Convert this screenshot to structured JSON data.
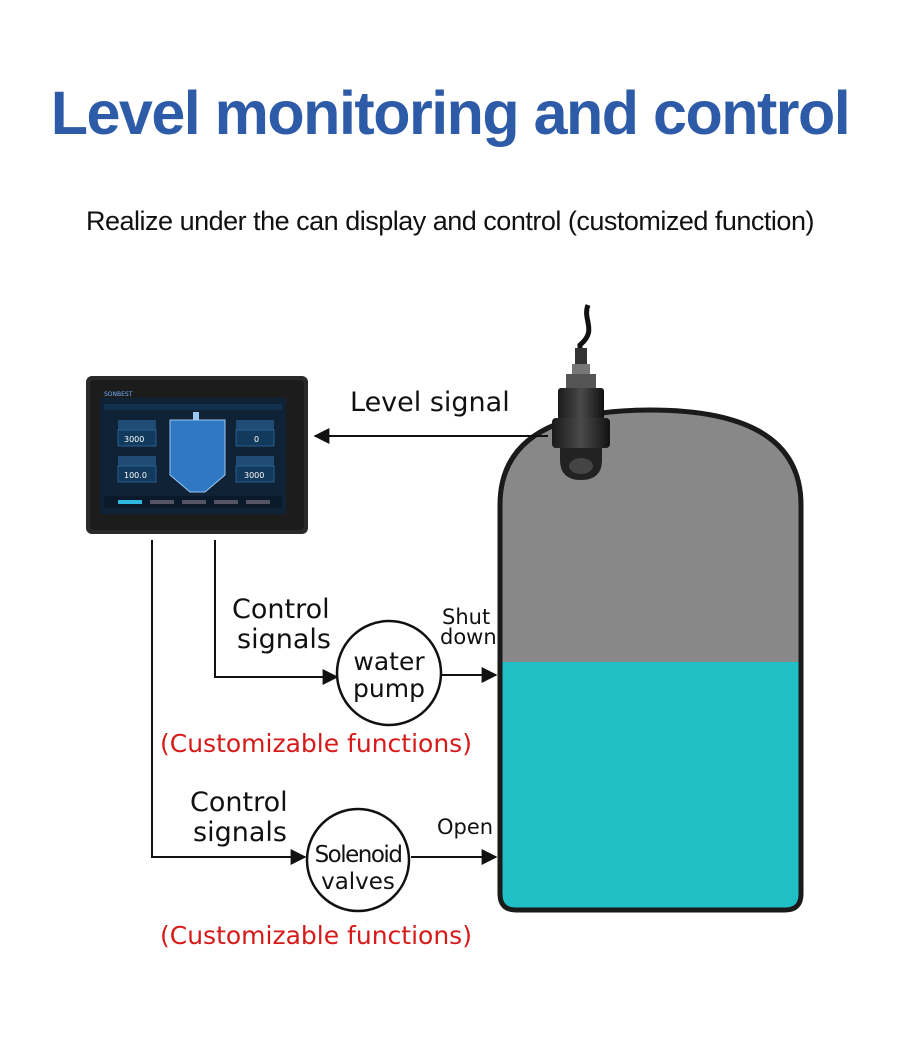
{
  "title": "Level monitoring and control",
  "subtitle": "Realize under the can display and control (customized function)",
  "labels": {
    "level_signal": "Level signal",
    "control_signals_1_line1": "Control",
    "control_signals_1_line2": "signals",
    "control_signals_2_line1": "Control",
    "control_signals_2_line2": "signals",
    "shut_line1": "Shut",
    "shut_line2": "down",
    "open": "Open",
    "customizable_1": "(Customizable functions)",
    "customizable_2": "(Customizable functions)"
  },
  "nodes": {
    "pump_line1": "water",
    "pump_line2": "pump",
    "valve_line1": "Solenoid",
    "valve_line2": "valves"
  },
  "display": {
    "brand": "SONBEST",
    "fields": [
      "3000",
      "0",
      "100.0",
      "3000"
    ]
  },
  "colors": {
    "title": "#2d5ba8",
    "liquid": "#20bec5",
    "tank_empty": "#888888",
    "custom_text": "#d61a1a"
  }
}
